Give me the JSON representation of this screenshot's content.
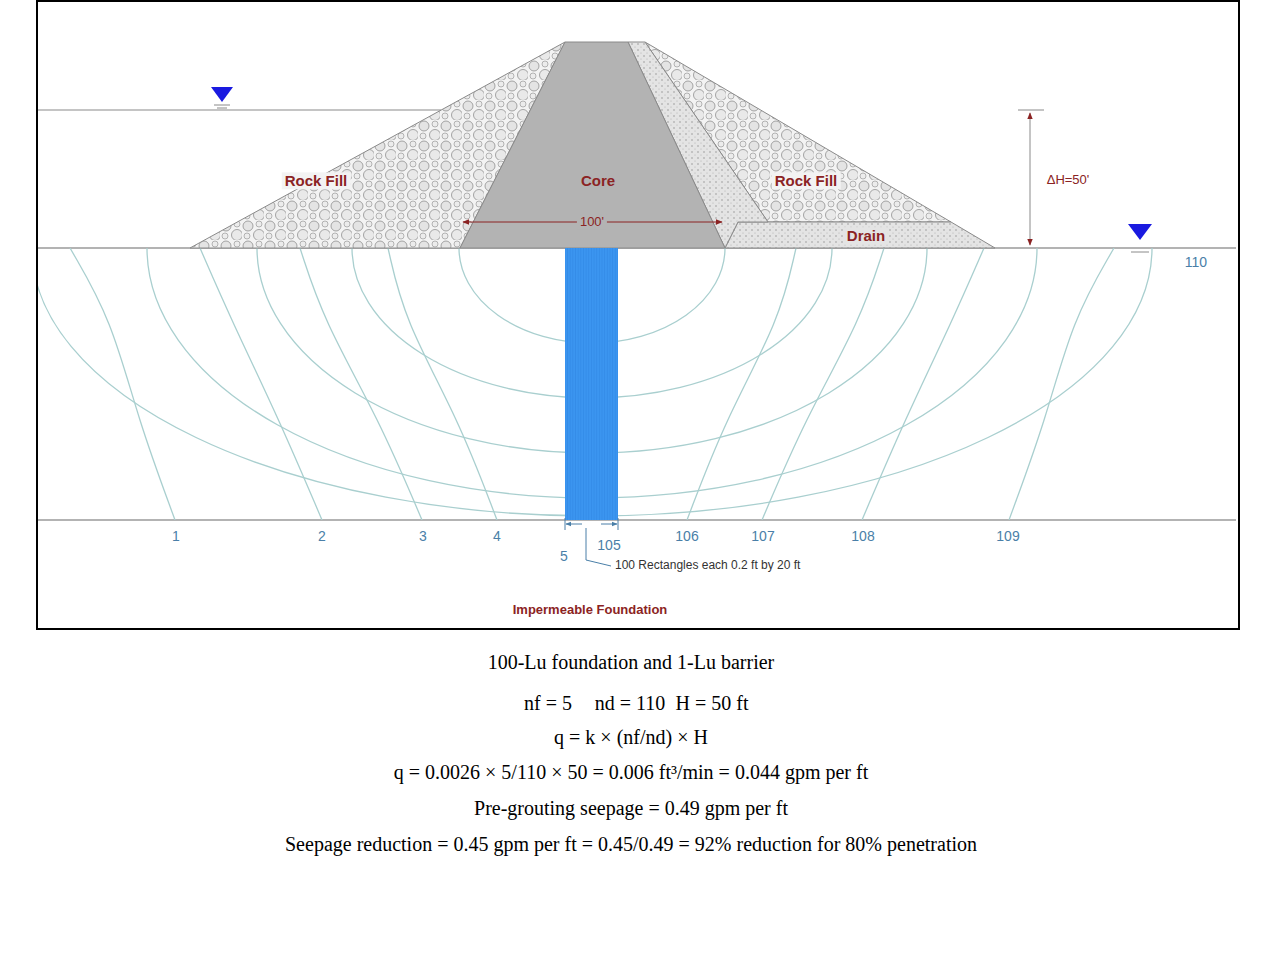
{
  "diagram": {
    "caption": "100-Lu foundation and 1-Lu barrier",
    "labels": [
      "Rock Fill",
      "Core",
      "Rock Fill",
      "100'",
      "ΔH=50'",
      "Drain",
      "110",
      "1",
      "2",
      "3",
      "4",
      "5",
      "105",
      "106",
      "107",
      "108",
      "109",
      "100 Rectangles each 0.2 ft by 20 ft",
      "Impermeable Foundation",
      "nf = 5",
      "nd = 110",
      "H = 50 ft",
      "q = k × (nf/nd) × H",
      "q = 0.0026 × 5/110 × 50 = 0.006 ft³/min = 0.044 gpm per ft",
      "Pre-grouting seepage = 0.49 gpm per ft",
      "Seepage reduction = 0.45 gpm per ft = 0.45/0.49 = 92% reduction for 80% penetration"
    ]
  }
}
